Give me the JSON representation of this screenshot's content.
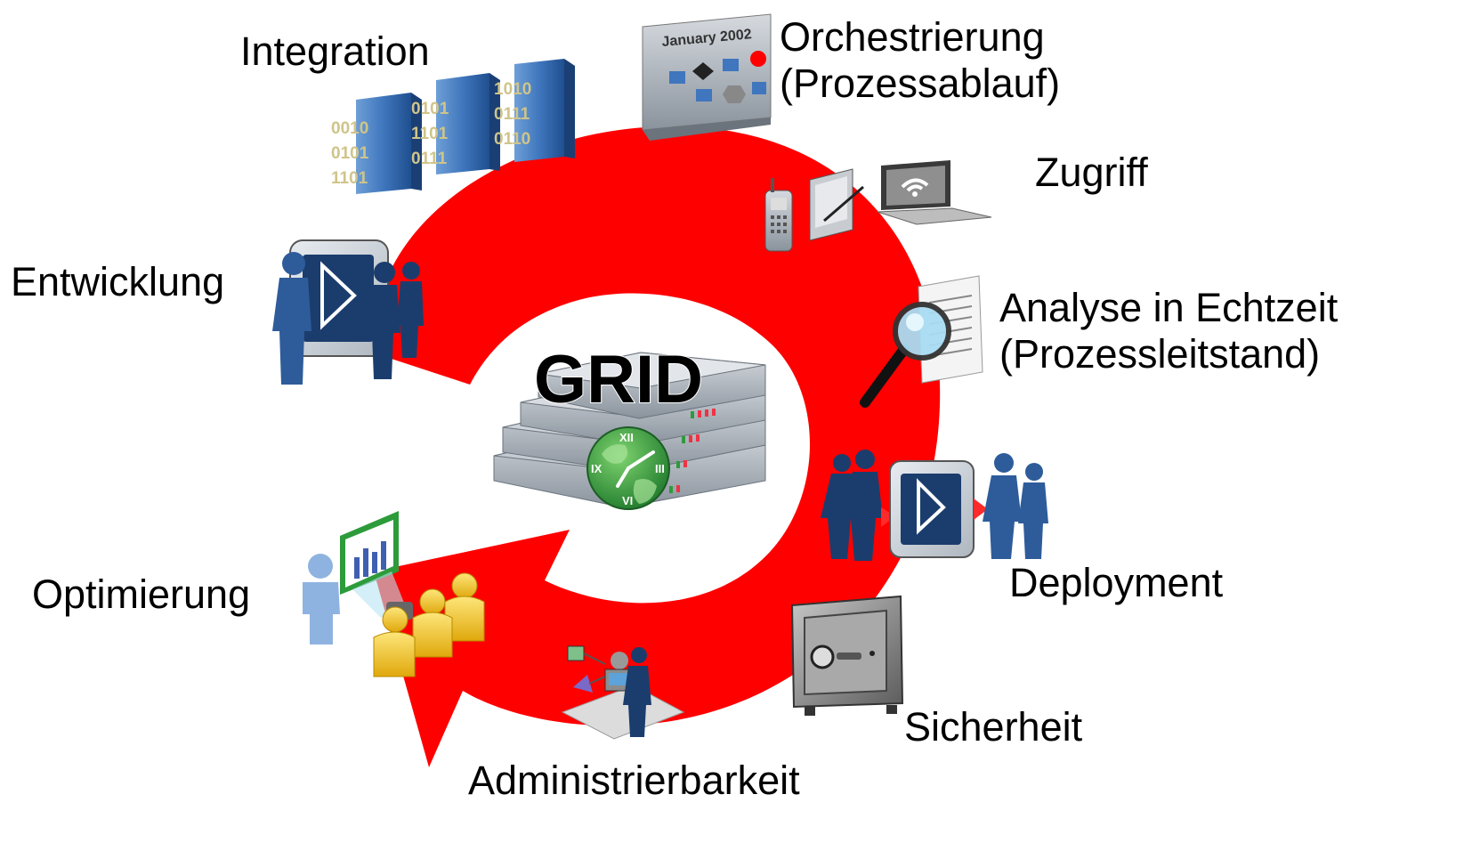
{
  "center": {
    "title": "GRID"
  },
  "labels": {
    "integration": "Integration",
    "orchestrierung_1": "Orchestrierung",
    "orchestrierung_2": "(Prozessablauf)",
    "zugriff": "Zugriff",
    "analyse_1": "Analyse in Echtzeit",
    "analyse_2": "(Prozessleitstand)",
    "deployment": "Deployment",
    "sicherheit": "Sicherheit",
    "administrierbarkeit": "Administrierbarkeit",
    "optimierung": "Optimierung",
    "entwicklung": "Entwicklung"
  },
  "orchestrierung_board_text": "January 2002",
  "binary": {
    "left": [
      "0010",
      "0101",
      "1101"
    ],
    "mid": [
      "0101",
      "1101",
      "0111"
    ],
    "right": [
      "1010",
      "0111",
      "0110"
    ]
  },
  "clock_numerals": [
    "XII",
    "III",
    "VI",
    "IX"
  ],
  "colors": {
    "ring": "#ff0000",
    "figure_blue": "#2e5c9a",
    "figure_dark": "#1b3d6d",
    "server_gray": "#9aa3ad",
    "audience_yellow": "#f2c21b",
    "globe_green": "#2e9a3c"
  },
  "icons": [
    "binary-server-icon",
    "process-board-icon",
    "mobile-devices-icon",
    "magnifier-document-icon",
    "deployment-people-icon",
    "safe-icon",
    "admin-console-icon",
    "presentation-audience-icon",
    "developer-team-icon",
    "grid-server-stack-icon",
    "globe-clock-icon"
  ]
}
